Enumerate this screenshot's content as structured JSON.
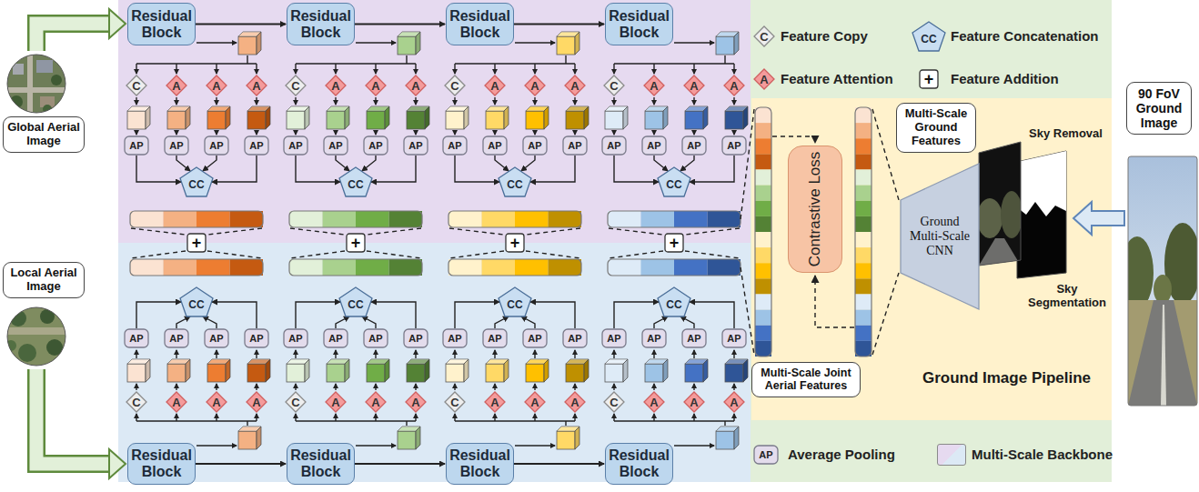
{
  "diagram": {
    "nodes": [
      {
        "text": [
          "Global Aerial Image"
        ]
      },
      {
        "text": [
          "Local Aerial Image"
        ]
      },
      {
        "text": [
          "Residual Block"
        ]
      },
      {
        "text": [
          "C"
        ]
      },
      {
        "text": [
          "A"
        ]
      },
      {
        "text": [
          "A"
        ]
      },
      {
        "text": [
          "A"
        ]
      },
      {
        "text": [
          "AP"
        ]
      },
      {
        "text": [
          "AP"
        ]
      },
      {
        "text": [
          "AP"
        ]
      },
      {
        "text": [
          "AP"
        ]
      },
      {
        "text": [
          "CC"
        ]
      },
      {
        "text": [
          "Residual Block"
        ]
      },
      {
        "text": [
          "C"
        ]
      },
      {
        "text": [
          "A"
        ]
      },
      {
        "text": [
          "A"
        ]
      },
      {
        "text": [
          "A"
        ]
      },
      {
        "text": [
          "AP"
        ]
      },
      {
        "text": [
          "AP"
        ]
      },
      {
        "text": [
          "AP"
        ]
      },
      {
        "text": [
          "AP"
        ]
      },
      {
        "text": [
          "CC"
        ]
      },
      {
        "text": [
          "Residual Block"
        ]
      },
      {
        "text": [
          "C"
        ]
      },
      {
        "text": [
          "A"
        ]
      },
      {
        "text": [
          "A"
        ]
      },
      {
        "text": [
          "A"
        ]
      },
      {
        "text": [
          "AP"
        ]
      },
      {
        "text": [
          "AP"
        ]
      },
      {
        "text": [
          "AP"
        ]
      },
      {
        "text": [
          "AP"
        ]
      },
      {
        "text": [
          "CC"
        ]
      },
      {
        "text": [
          "Residual Block"
        ]
      },
      {
        "text": [
          "C"
        ]
      },
      {
        "text": [
          "A"
        ]
      },
      {
        "text": [
          "A"
        ]
      },
      {
        "text": [
          "A"
        ]
      },
      {
        "text": [
          "AP"
        ]
      },
      {
        "text": [
          "AP"
        ]
      },
      {
        "text": [
          "AP"
        ]
      },
      {
        "text": [
          "AP"
        ]
      },
      {
        "text": [
          "CC"
        ]
      },
      {
        "text": [
          "+"
        ]
      },
      {
        "text": [
          "+"
        ]
      },
      {
        "text": [
          "+"
        ]
      },
      {
        "text": [
          "+"
        ]
      },
      {
        "text": [
          "Residual Block"
        ]
      },
      {
        "text": [
          "C"
        ]
      },
      {
        "text": [
          "A"
        ]
      },
      {
        "text": [
          "A"
        ]
      },
      {
        "text": [
          "A"
        ]
      },
      {
        "text": [
          "AP"
        ]
      },
      {
        "text": [
          "AP"
        ]
      },
      {
        "text": [
          "AP"
        ]
      },
      {
        "text": [
          "AP"
        ]
      },
      {
        "text": [
          "CC"
        ]
      },
      {
        "text": [
          "Residual Block"
        ]
      },
      {
        "text": [
          "C"
        ]
      },
      {
        "text": [
          "A"
        ]
      },
      {
        "text": [
          "A"
        ]
      },
      {
        "text": [
          "A"
        ]
      },
      {
        "text": [
          "AP"
        ]
      },
      {
        "text": [
          "AP"
        ]
      },
      {
        "text": [
          "AP"
        ]
      },
      {
        "text": [
          "AP"
        ]
      },
      {
        "text": [
          "CC"
        ]
      },
      {
        "text": [
          "Residual Block"
        ]
      },
      {
        "text": [
          "C"
        ]
      },
      {
        "text": [
          "A"
        ]
      },
      {
        "text": [
          "A"
        ]
      },
      {
        "text": [
          "A"
        ]
      },
      {
        "text": [
          "AP"
        ]
      },
      {
        "text": [
          "AP"
        ]
      },
      {
        "text": [
          "AP"
        ]
      },
      {
        "text": [
          "AP"
        ]
      },
      {
        "text": [
          "CC"
        ]
      },
      {
        "text": [
          "Residual Block"
        ]
      },
      {
        "text": [
          "C"
        ]
      },
      {
        "text": [
          "A"
        ]
      },
      {
        "text": [
          "A"
        ]
      },
      {
        "text": [
          "A"
        ]
      },
      {
        "text": [
          "AP"
        ]
      },
      {
        "text": [
          "AP"
        ]
      },
      {
        "text": [
          "AP"
        ]
      },
      {
        "text": [
          "AP"
        ]
      },
      {
        "text": [
          "CC"
        ]
      },
      {
        "text": [
          "Multi-Scale Joint Aerial Features"
        ]
      },
      {
        "text": [
          "Contrastive Loss"
        ]
      },
      {
        "text": [
          "Ground Image Pipeline"
        ]
      },
      {
        "text": [
          "Multi-Scale Ground Features"
        ],
        "in": 88
      },
      {
        "text": [
          "Ground Multi-Scale CNN"
        ],
        "in": 88
      },
      {
        "text": [
          "90 FoV Ground Image"
        ]
      }
    ],
    "edges": [
      {
        "from": 2,
        "to": 12,
        "arrow": "to"
      },
      {
        "from": 12,
        "to": 22,
        "arrow": "to"
      },
      {
        "from": 22,
        "to": 32,
        "arrow": "to"
      },
      {
        "from": 46,
        "to": 56,
        "arrow": "to"
      },
      {
        "from": 56,
        "to": 66,
        "arrow": "to"
      },
      {
        "from": 66,
        "to": 76,
        "arrow": "to"
      },
      {
        "from": 7,
        "to": 11,
        "arrow": "to"
      },
      {
        "from": 8,
        "to": 11,
        "arrow": "to"
      },
      {
        "from": 9,
        "to": 11,
        "arrow": "to"
      },
      {
        "from": 10,
        "to": 11,
        "arrow": "to"
      },
      {
        "from": 17,
        "to": 21,
        "arrow": "to"
      },
      {
        "from": 18,
        "to": 21,
        "arrow": "to"
      },
      {
        "from": 19,
        "to": 21,
        "arrow": "to"
      },
      {
        "from": 20,
        "to": 21,
        "arrow": "to"
      },
      {
        "from": 27,
        "to": 31,
        "arrow": "to"
      },
      {
        "from": 28,
        "to": 31,
        "arrow": "to"
      },
      {
        "from": 29,
        "to": 31,
        "arrow": "to"
      },
      {
        "from": 30,
        "to": 31,
        "arrow": "to"
      },
      {
        "from": 37,
        "to": 41,
        "arrow": "to"
      },
      {
        "from": 38,
        "to": 41,
        "arrow": "to"
      },
      {
        "from": 39,
        "to": 41,
        "arrow": "to"
      },
      {
        "from": 40,
        "to": 41,
        "arrow": "to"
      },
      {
        "from": 51,
        "to": 55,
        "arrow": "to"
      },
      {
        "from": 52,
        "to": 55,
        "arrow": "to"
      },
      {
        "from": 53,
        "to": 55,
        "arrow": "to"
      },
      {
        "from": 54,
        "to": 55,
        "arrow": "to"
      },
      {
        "from": 61,
        "to": 65,
        "arrow": "to"
      },
      {
        "from": 62,
        "to": 65,
        "arrow": "to"
      },
      {
        "from": 63,
        "to": 65,
        "arrow": "to"
      },
      {
        "from": 64,
        "to": 65,
        "arrow": "to"
      },
      {
        "from": 71,
        "to": 75,
        "arrow": "to"
      },
      {
        "from": 72,
        "to": 75,
        "arrow": "to"
      },
      {
        "from": 73,
        "to": 75,
        "arrow": "to"
      },
      {
        "from": 74,
        "to": 75,
        "arrow": "to"
      },
      {
        "from": 81,
        "to": 85,
        "arrow": "to"
      },
      {
        "from": 82,
        "to": 85,
        "arrow": "to"
      },
      {
        "from": 83,
        "to": 85,
        "arrow": "to"
      },
      {
        "from": 84,
        "to": 85,
        "arrow": "to"
      }
    ],
    "labels": [
      "Sky Removal",
      "Sky Segmentation",
      "C",
      "CC",
      "A",
      "+",
      "AP"
    ],
    "legend": [
      {
        "text": "Feature Copy"
      },
      {
        "text": "Feature Concatenation"
      },
      {
        "text": "Feature Attention"
      },
      {
        "text": "Feature Addition"
      },
      {
        "text": "Average Pooling"
      },
      {
        "text": "Multi-Scale Backbone",
        "color": "#e6daf0"
      }
    ]
  }
}
